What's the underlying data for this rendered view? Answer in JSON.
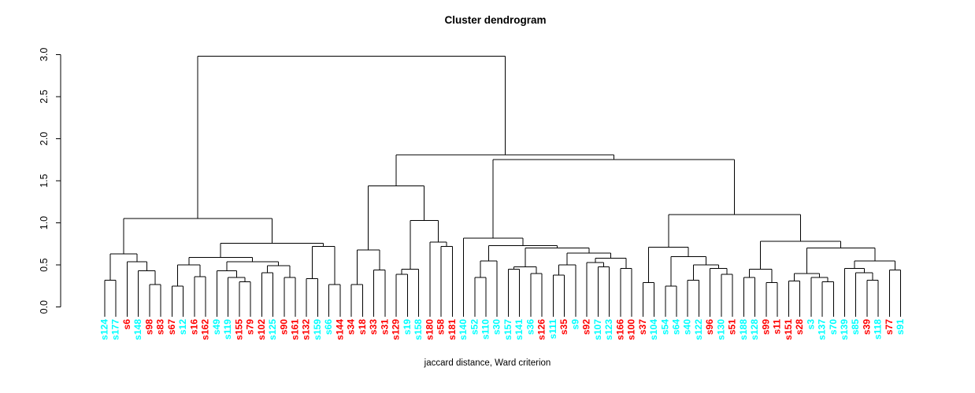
{
  "title": "Cluster dendrogram",
  "xlabel": "jaccard distance, Ward criterion",
  "colors": {
    "line": "#000000",
    "text": "#000000",
    "background": "#FFFFFF",
    "red": "#FF0000",
    "cyan": "#00FFFF"
  },
  "chart_data": {
    "type": "dendrogram",
    "title": "Cluster dendrogram",
    "xlabel": "jaccard distance, Ward criterion",
    "y_axis": {
      "min": 0,
      "max": 3,
      "tick_step": 0.5,
      "tick_labels": [
        "0.0",
        "0.5",
        "1.0",
        "1.5",
        "2.0",
        "2.5",
        "3.0"
      ],
      "label_rotation": "vertical"
    },
    "legend": "none",
    "grid": "off",
    "leaves": [
      {
        "label": "s124",
        "color": "cyan"
      },
      {
        "label": "s177",
        "color": "cyan"
      },
      {
        "label": "s6",
        "color": "red"
      },
      {
        "label": "s148",
        "color": "cyan"
      },
      {
        "label": "s98",
        "color": "red"
      },
      {
        "label": "s83",
        "color": "red"
      },
      {
        "label": "s67",
        "color": "red"
      },
      {
        "label": "s12",
        "color": "cyan"
      },
      {
        "label": "s16",
        "color": "red"
      },
      {
        "label": "s162",
        "color": "red"
      },
      {
        "label": "s49",
        "color": "cyan"
      },
      {
        "label": "s119",
        "color": "cyan"
      },
      {
        "label": "s155",
        "color": "red"
      },
      {
        "label": "s79",
        "color": "red"
      },
      {
        "label": "s102",
        "color": "red"
      },
      {
        "label": "s125",
        "color": "cyan"
      },
      {
        "label": "s90",
        "color": "red"
      },
      {
        "label": "s161",
        "color": "red"
      },
      {
        "label": "s132",
        "color": "red"
      },
      {
        "label": "s159",
        "color": "cyan"
      },
      {
        "label": "s66",
        "color": "cyan"
      },
      {
        "label": "s144",
        "color": "red"
      },
      {
        "label": "s34",
        "color": "red"
      },
      {
        "label": "s18",
        "color": "red"
      },
      {
        "label": "s33",
        "color": "red"
      },
      {
        "label": "s31",
        "color": "red"
      },
      {
        "label": "s129",
        "color": "red"
      },
      {
        "label": "s19",
        "color": "cyan"
      },
      {
        "label": "s158",
        "color": "cyan"
      },
      {
        "label": "s180",
        "color": "red"
      },
      {
        "label": "s58",
        "color": "red"
      },
      {
        "label": "s181",
        "color": "red"
      },
      {
        "label": "s140",
        "color": "cyan"
      },
      {
        "label": "s52",
        "color": "cyan"
      },
      {
        "label": "s110",
        "color": "cyan"
      },
      {
        "label": "s30",
        "color": "cyan"
      },
      {
        "label": "s157",
        "color": "cyan"
      },
      {
        "label": "s141",
        "color": "cyan"
      },
      {
        "label": "s36",
        "color": "cyan"
      },
      {
        "label": "s126",
        "color": "red"
      },
      {
        "label": "s111",
        "color": "cyan"
      },
      {
        "label": "s35",
        "color": "red"
      },
      {
        "label": "s9",
        "color": "cyan"
      },
      {
        "label": "s92",
        "color": "red"
      },
      {
        "label": "s107",
        "color": "cyan"
      },
      {
        "label": "s123",
        "color": "cyan"
      },
      {
        "label": "s166",
        "color": "red"
      },
      {
        "label": "s100",
        "color": "red"
      },
      {
        "label": "s37",
        "color": "red"
      },
      {
        "label": "s104",
        "color": "cyan"
      },
      {
        "label": "s54",
        "color": "cyan"
      },
      {
        "label": "s64",
        "color": "cyan"
      },
      {
        "label": "s40",
        "color": "cyan"
      },
      {
        "label": "s122",
        "color": "cyan"
      },
      {
        "label": "s96",
        "color": "red"
      },
      {
        "label": "s130",
        "color": "cyan"
      },
      {
        "label": "s51",
        "color": "red"
      },
      {
        "label": "s188",
        "color": "cyan"
      },
      {
        "label": "s128",
        "color": "cyan"
      },
      {
        "label": "s99",
        "color": "red"
      },
      {
        "label": "s11",
        "color": "red"
      },
      {
        "label": "s151",
        "color": "red"
      },
      {
        "label": "s28",
        "color": "red"
      },
      {
        "label": "s3",
        "color": "cyan"
      },
      {
        "label": "s137",
        "color": "cyan"
      },
      {
        "label": "s70",
        "color": "cyan"
      },
      {
        "label": "s139",
        "color": "cyan"
      },
      {
        "label": "s85",
        "color": "cyan"
      },
      {
        "label": "s39",
        "color": "red"
      },
      {
        "label": "s118",
        "color": "cyan"
      },
      {
        "label": "s77",
        "color": "red"
      },
      {
        "label": "s91",
        "color": "cyan"
      }
    ],
    "tree": {
      "h": 2.98,
      "c": [
        {
          "h": 1.05,
          "c": [
            {
              "h": 0.63,
              "c": [
                {
                  "h": 0.32,
                  "c": [
                    "s124",
                    "s177"
                  ]
                },
                {
                  "h": 0.54,
                  "c": [
                    "s6",
                    {
                      "h": 0.43,
                      "c": [
                        "s148",
                        {
                          "h": 0.27,
                          "c": [
                            "s98",
                            "s83"
                          ]
                        }
                      ]
                    }
                  ]
                }
              ]
            },
            {
              "h": 0.76,
              "c": [
                {
                  "h": 0.59,
                  "c": [
                    {
                      "h": 0.5,
                      "c": [
                        {
                          "h": 0.25,
                          "c": [
                            "s67",
                            "s12"
                          ]
                        },
                        {
                          "h": 0.36,
                          "c": [
                            "s16",
                            "s162"
                          ]
                        }
                      ]
                    },
                    {
                      "h": 0.54,
                      "c": [
                        {
                          "h": 0.43,
                          "c": [
                            "s49",
                            {
                              "h": 0.35,
                              "c": [
                                "s119",
                                {
                                  "h": 0.3,
                                  "c": [
                                    "s155",
                                    "s79"
                                  ]
                                }
                              ]
                            }
                          ]
                        },
                        {
                          "h": 0.49,
                          "c": [
                            {
                              "h": 0.41,
                              "c": [
                                "s102",
                                "s125"
                              ]
                            },
                            {
                              "h": 0.35,
                              "c": [
                                "s90",
                                "s161"
                              ]
                            }
                          ]
                        }
                      ]
                    }
                  ]
                },
                {
                  "h": 0.72,
                  "c": [
                    {
                      "h": 0.34,
                      "c": [
                        "s132",
                        "s159"
                      ]
                    },
                    {
                      "h": 0.27,
                      "c": [
                        "s66",
                        "s144"
                      ]
                    }
                  ]
                }
              ]
            }
          ]
        },
        {
          "h": 1.81,
          "c": [
            {
              "h": 1.44,
              "c": [
                {
                  "h": 0.68,
                  "c": [
                    {
                      "h": 0.27,
                      "c": [
                        "s34",
                        "s18"
                      ]
                    },
                    {
                      "h": 0.44,
                      "c": [
                        "s33",
                        "s31"
                      ]
                    }
                  ]
                },
                {
                  "h": 1.03,
                  "c": [
                    {
                      "h": 0.45,
                      "c": [
                        {
                          "h": 0.39,
                          "c": [
                            "s129",
                            "s19"
                          ]
                        },
                        "s158"
                      ]
                    },
                    {
                      "h": 0.77,
                      "c": [
                        "s180",
                        {
                          "h": 0.72,
                          "c": [
                            "s58",
                            "s181"
                          ]
                        }
                      ]
                    }
                  ]
                }
              ]
            },
            {
              "h": 1.75,
              "c": [
                {
                  "h": 0.82,
                  "c": [
                    "s140",
                    {
                      "h": 0.73,
                      "c": [
                        {
                          "h": 0.55,
                          "c": [
                            {
                              "h": 0.35,
                              "c": [
                                "s52",
                                "s110"
                              ]
                            },
                            "s30"
                          ]
                        },
                        {
                          "h": 0.7,
                          "c": [
                            {
                              "h": 0.48,
                              "c": [
                                {
                                  "h": 0.45,
                                  "c": [
                                    "s157",
                                    "s141"
                                  ]
                                },
                                {
                                  "h": 0.4,
                                  "c": [
                                    "s36",
                                    "s126"
                                  ]
                                }
                              ]
                            },
                            {
                              "h": 0.64,
                              "c": [
                                {
                                  "h": 0.5,
                                  "c": [
                                    {
                                      "h": 0.38,
                                      "c": [
                                        "s111",
                                        "s35"
                                      ]
                                    },
                                    "s9"
                                  ]
                                },
                                {
                                  "h": 0.58,
                                  "c": [
                                    {
                                      "h": 0.53,
                                      "c": [
                                        "s92",
                                        {
                                          "h": 0.48,
                                          "c": [
                                            "s107",
                                            "s123"
                                          ]
                                        }
                                      ]
                                    },
                                    {
                                      "h": 0.46,
                                      "c": [
                                        "s166",
                                        "s100"
                                      ]
                                    }
                                  ]
                                }
                              ]
                            }
                          ]
                        }
                      ]
                    }
                  ]
                },
                {
                  "h": 1.1,
                  "c": [
                    {
                      "h": 0.71,
                      "c": [
                        {
                          "h": 0.29,
                          "c": [
                            "s37",
                            "s104"
                          ]
                        },
                        {
                          "h": 0.6,
                          "c": [
                            {
                              "h": 0.25,
                              "c": [
                                "s54",
                                "s64"
                              ]
                            },
                            {
                              "h": 0.5,
                              "c": [
                                {
                                  "h": 0.32,
                                  "c": [
                                    "s40",
                                    "s122"
                                  ]
                                },
                                {
                                  "h": 0.46,
                                  "c": [
                                    "s96",
                                    {
                                      "h": 0.39,
                                      "c": [
                                        "s130",
                                        "s51"
                                      ]
                                    }
                                  ]
                                }
                              ]
                            }
                          ]
                        }
                      ]
                    },
                    {
                      "h": 0.78,
                      "c": [
                        {
                          "h": 0.45,
                          "c": [
                            {
                              "h": 0.35,
                              "c": [
                                "s188",
                                "s128"
                              ]
                            },
                            {
                              "h": 0.29,
                              "c": [
                                "s99",
                                "s11"
                              ]
                            }
                          ]
                        },
                        {
                          "h": 0.7,
                          "c": [
                            {
                              "h": 0.4,
                              "c": [
                                {
                                  "h": 0.31,
                                  "c": [
                                    "s151",
                                    "s28"
                                  ]
                                },
                                {
                                  "h": 0.35,
                                  "c": [
                                    "s3",
                                    {
                                      "h": 0.3,
                                      "c": [
                                        "s137",
                                        "s70"
                                      ]
                                    }
                                  ]
                                }
                              ]
                            },
                            {
                              "h": 0.55,
                              "c": [
                                {
                                  "h": 0.46,
                                  "c": [
                                    "s139",
                                    {
                                      "h": 0.41,
                                      "c": [
                                        "s85",
                                        {
                                          "h": 0.32,
                                          "c": [
                                            "s39",
                                            "s118"
                                          ]
                                        }
                                      ]
                                    }
                                  ]
                                },
                                {
                                  "h": 0.44,
                                  "c": [
                                    "s77",
                                    "s91"
                                  ]
                                }
                              ]
                            }
                          ]
                        }
                      ]
                    }
                  ]
                }
              ]
            }
          ]
        }
      ]
    }
  }
}
